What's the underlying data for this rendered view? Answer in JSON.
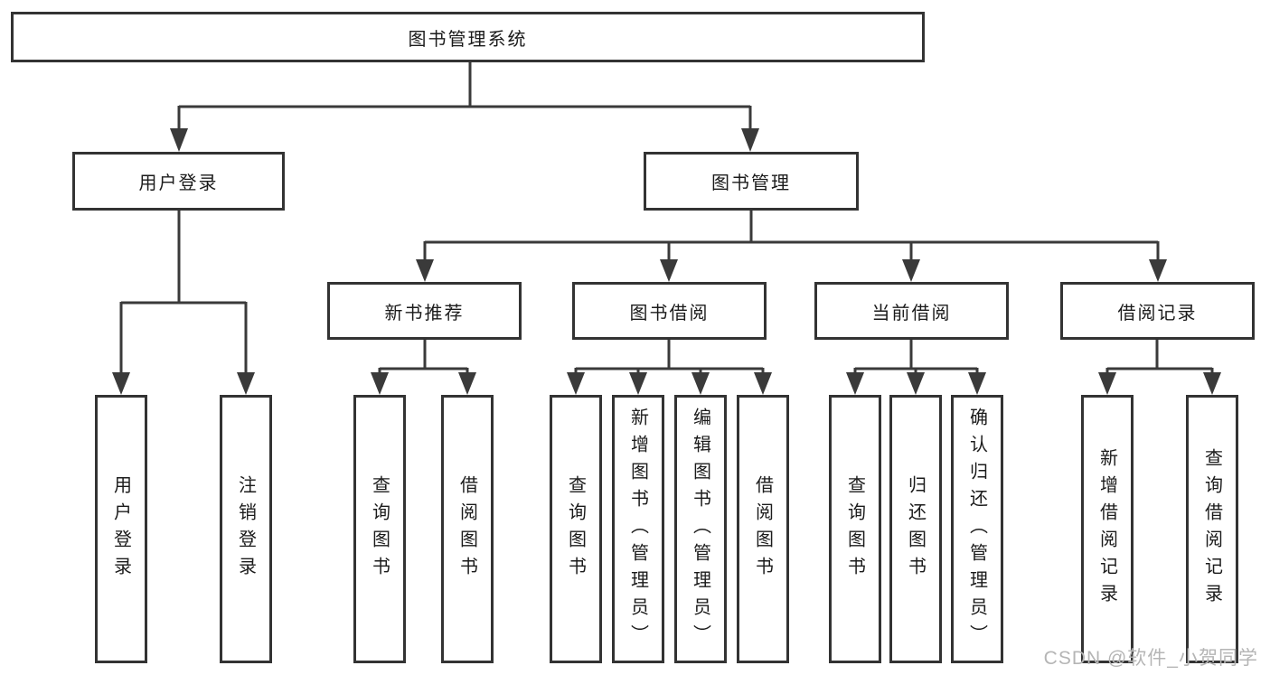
{
  "diagram": {
    "title": "图书管理系统",
    "root": {
      "label": "图书管理系统"
    },
    "branches": [
      {
        "label": "用户登录",
        "children": [
          {
            "label": "用户登录"
          },
          {
            "label": "注销登录"
          }
        ]
      },
      {
        "label": "图书管理",
        "children": [
          {
            "label": "新书推荐",
            "children": [
              {
                "label": "查询图书"
              },
              {
                "label": "借阅图书"
              }
            ]
          },
          {
            "label": "图书借阅",
            "children": [
              {
                "label": "查询图书"
              },
              {
                "label": "新增图书（管理员）"
              },
              {
                "label": "编辑图书（管理员）"
              },
              {
                "label": "借阅图书"
              }
            ]
          },
          {
            "label": "当前借阅",
            "children": [
              {
                "label": "查询图书"
              },
              {
                "label": "归还图书"
              },
              {
                "label": "确认归还（管理员）"
              }
            ]
          },
          {
            "label": "借阅记录",
            "children": [
              {
                "label": "新增借阅记录"
              },
              {
                "label": "查询借阅记录"
              }
            ]
          }
        ]
      }
    ]
  },
  "watermark": {
    "text": "CSDN @软件_小贺同学"
  },
  "colors": {
    "background": "#ffffff",
    "box_border": "#333333",
    "line": "#3a3a3a",
    "text": "#1b1b1b",
    "watermark": "#b5b5b5"
  }
}
